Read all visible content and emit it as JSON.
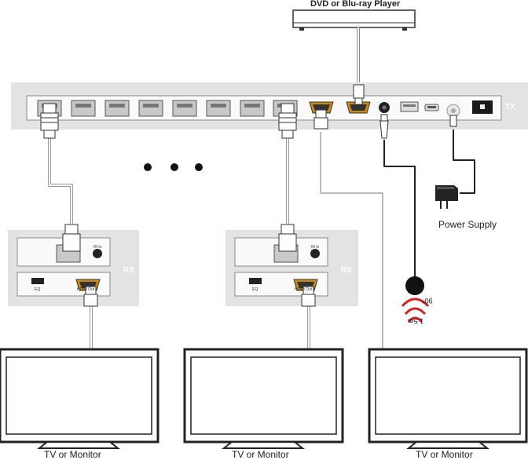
{
  "source": {
    "label": "DVD or Blu-ray Player"
  },
  "transmitter": {
    "tag": "TX"
  },
  "receivers": [
    {
      "tag": "RX",
      "eq_label": "EQ",
      "hdmi_label": "HDMI Out",
      "ir_label": "IR in"
    },
    {
      "tag": "RX",
      "eq_label": "EQ",
      "hdmi_label": "HDMI Out",
      "ir_label": "IR in"
    }
  ],
  "power": {
    "label": "Power Supply"
  },
  "ir_receiver": {
    "angle": "90°",
    "range": "1.5m"
  },
  "displays": [
    {
      "label": "TV or Monitor"
    },
    {
      "label": "TV or Monitor"
    },
    {
      "label": "TV or Monitor"
    }
  ]
}
